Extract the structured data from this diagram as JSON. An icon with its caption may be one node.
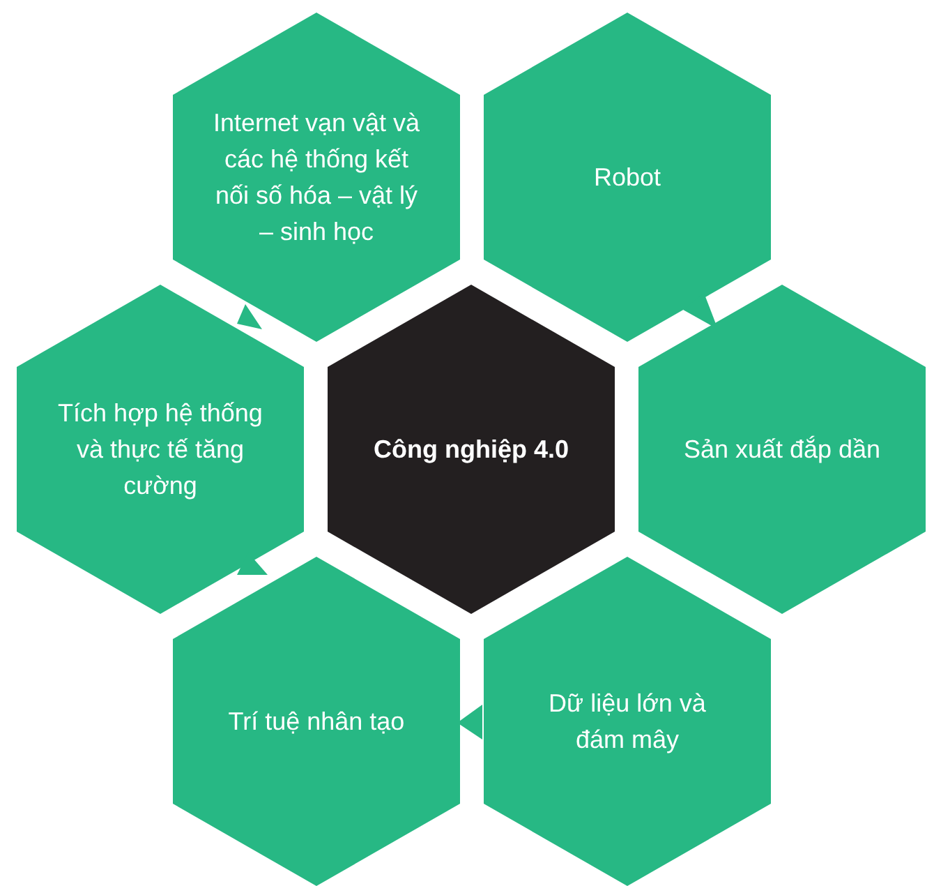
{
  "diagram": {
    "nodes": [
      {
        "text": [
          "Internet vạn vật và các hệ thống kết nối số hóa – vật lý – sinh học"
        ]
      },
      {
        "text": [
          "Robot"
        ]
      },
      {
        "text": [
          "Tích hợp hệ thống và thực tế tăng cường"
        ]
      },
      {
        "text": [
          "Công nghiệp 4.0"
        ]
      },
      {
        "text": [
          "Sản xuất đắp dần"
        ]
      },
      {
        "text": [
          "Trí tuệ nhân tạo"
        ]
      },
      {
        "text": [
          "Dữ liệu lớn và đám mây"
        ]
      }
    ]
  }
}
